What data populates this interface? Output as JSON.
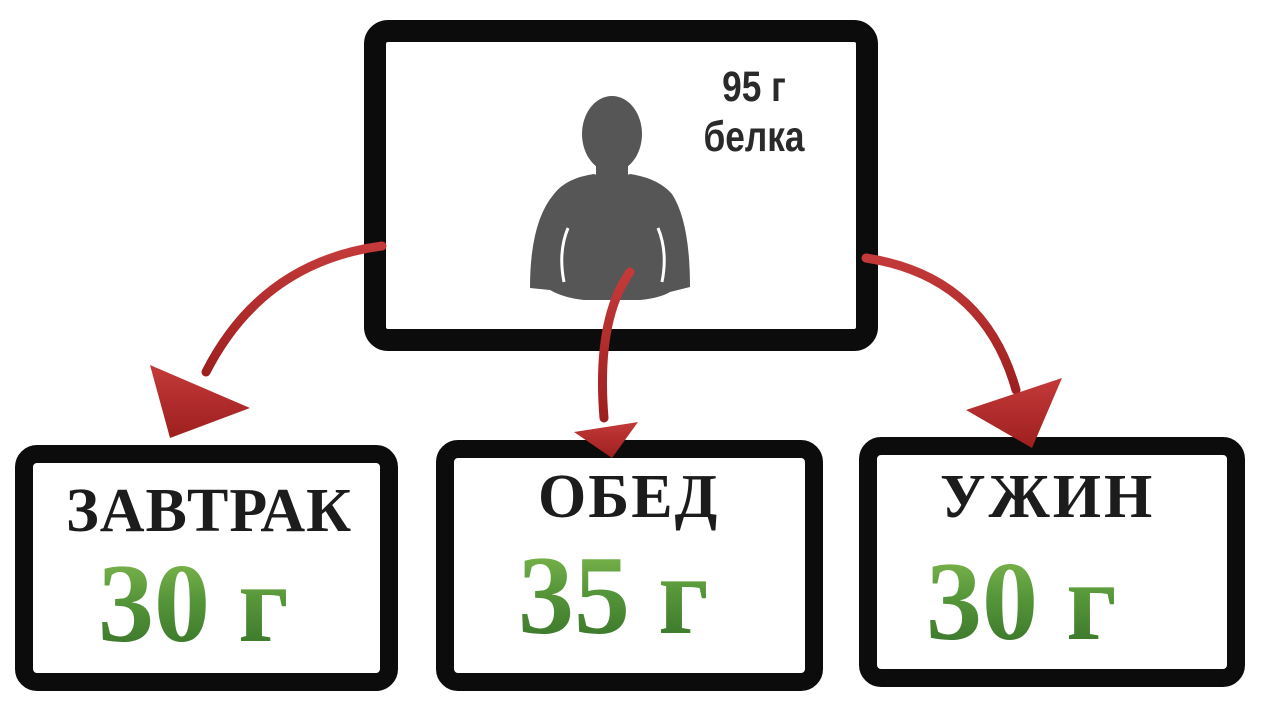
{
  "total": {
    "amount": "95 г",
    "label": "белка"
  },
  "meals": [
    {
      "name": "ЗАВТРАК",
      "value": "30 г"
    },
    {
      "name": "ОБЕД",
      "value": "35 г"
    },
    {
      "name": "УЖИН",
      "value": "30 г"
    }
  ],
  "colors": {
    "frame": "#0c0c0c",
    "arrow": "#b22a2a",
    "person": "#565656",
    "value_green": "#4e8e33",
    "text_dark": "#1c1c1c"
  },
  "icons": {
    "person": "person-silhouette-icon"
  }
}
